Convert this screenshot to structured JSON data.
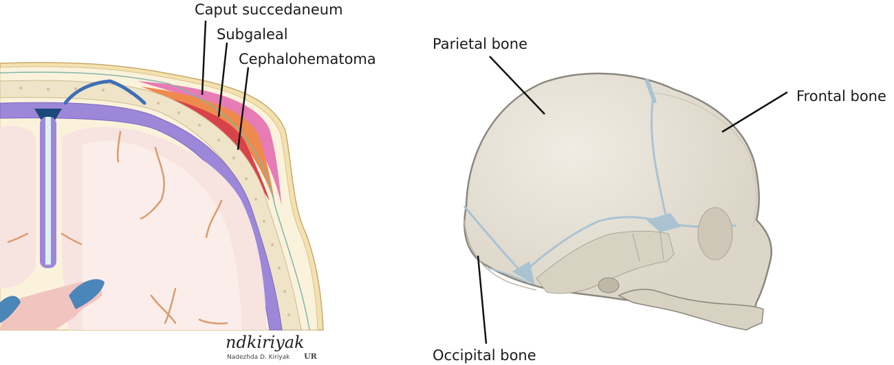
{
  "figures": [
    {
      "id": "scalp-cross-section",
      "description": "Coronal cross-section of neonatal head showing extracranial hemorrhage layers",
      "labels": [
        {
          "text": "Caput succedaneum",
          "layer_color": "#e77bb5"
        },
        {
          "text": "Subgaleal",
          "layer_color": "#ee8a4e"
        },
        {
          "text": "Cephalohematoma",
          "layer_color": "#d8434a"
        }
      ],
      "credit": {
        "script": "ndkiriyak",
        "name": "Nadezhda D. Kiriyak",
        "logo": "UR"
      }
    },
    {
      "id": "neonatal-skull",
      "description": "Lateral view of neonatal skull",
      "labels": [
        {
          "text": "Parietal bone"
        },
        {
          "text": "Frontal bone"
        },
        {
          "text": "Occipital bone"
        }
      ],
      "colors": {
        "bone": "#dcd6c8",
        "fontanelle": "#a9c3d3",
        "outline": "#8a877e"
      }
    }
  ]
}
